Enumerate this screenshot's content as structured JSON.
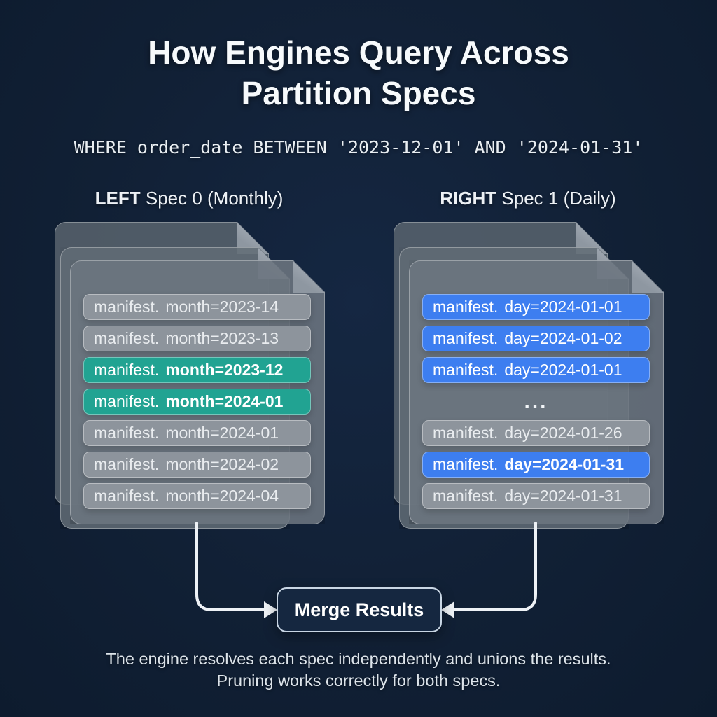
{
  "title": {
    "line1": "How Engines Query Across",
    "line2": "Partition Specs"
  },
  "query": "WHERE order_date BETWEEN '2023-12-01' AND '2024-01-31'",
  "columns": {
    "left": {
      "header_strong": "LEFT",
      "header_rest": " Spec 0 (Monthly)",
      "manifests": [
        {
          "prefix": "manifest.",
          "value": "month=2023-14",
          "style": "gray"
        },
        {
          "prefix": "manifest.",
          "value": "month=2023-13",
          "style": "gray"
        },
        {
          "prefix": "manifest.",
          "value": "month=2023-12",
          "style": "green-matched"
        },
        {
          "prefix": "manifest.",
          "value": "month=2024-01",
          "style": "green-matched"
        },
        {
          "prefix": "manifest.",
          "value": "month=2024-01",
          "style": "gray"
        },
        {
          "prefix": "manifest.",
          "value": "month=2024-02",
          "style": "gray"
        },
        {
          "prefix": "manifest.",
          "value": "month=2024-04",
          "style": "gray"
        }
      ]
    },
    "right": {
      "header_strong": "RIGHT",
      "header_rest": " Spec 1 (Daily)",
      "manifests": [
        {
          "prefix": "manifest.",
          "value": "day=2024-01-01",
          "style": "blue-matched"
        },
        {
          "prefix": "manifest.",
          "value": "day=2024-01-02",
          "style": "blue-matched"
        },
        {
          "prefix": "manifest.",
          "value": "day=2024-01-01",
          "style": "blue-matched"
        },
        {
          "text": "...",
          "style": "ellipsis"
        },
        {
          "prefix": "manifest.",
          "value": "day=2024-01-26",
          "style": "gray"
        },
        {
          "prefix": "manifest.",
          "value": "day=2024-01-31",
          "style": "blue-matched"
        },
        {
          "prefix": "manifest.",
          "value": "day=2024-01-31",
          "style": "gray"
        }
      ]
    }
  },
  "merge": {
    "label": "Merge Results"
  },
  "caption": {
    "line1": "The engine resolves each spec independently and unions the results.",
    "line2": "Pruning works correctly for both specs."
  },
  "colors": {
    "background": "#112035",
    "matched_green": "#21a392",
    "matched_blue": "#3d7ef0",
    "pruned_gray": "#8d949c",
    "card": "#6c757f",
    "connector": "#eef2f6"
  }
}
